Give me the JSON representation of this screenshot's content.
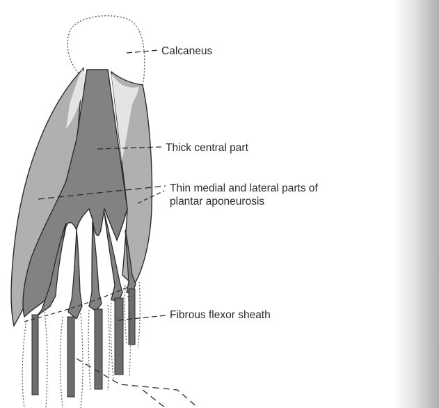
{
  "labels": {
    "calcaneus": "Calcaneus",
    "thick_central_part": "Thick central part",
    "thin_parts_line1": "Thin medial and lateral parts of",
    "thin_parts_line2": "plantar aponeurosis",
    "fibrous_flexor_sheath": "Fibrous flexor sheath"
  },
  "colors": {
    "background": "#ffffff",
    "thin_parts": "#b0b0b0",
    "central_part": "#828282",
    "outline": "#2b2b2b",
    "text": "#2a2a2a"
  }
}
